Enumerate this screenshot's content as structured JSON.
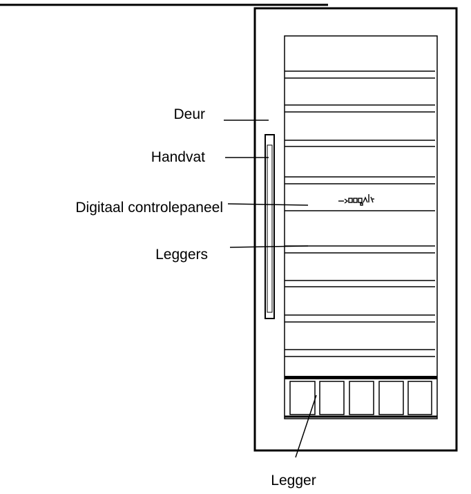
{
  "diagram": {
    "labels": {
      "door": "Deur",
      "handle": "Handvat",
      "control_panel": "Digitaal controlepaneel",
      "shelves": "Leggers",
      "bottom_shelf": "Legger"
    },
    "colors": {
      "stroke": "#000000",
      "background": "#ffffff"
    }
  }
}
